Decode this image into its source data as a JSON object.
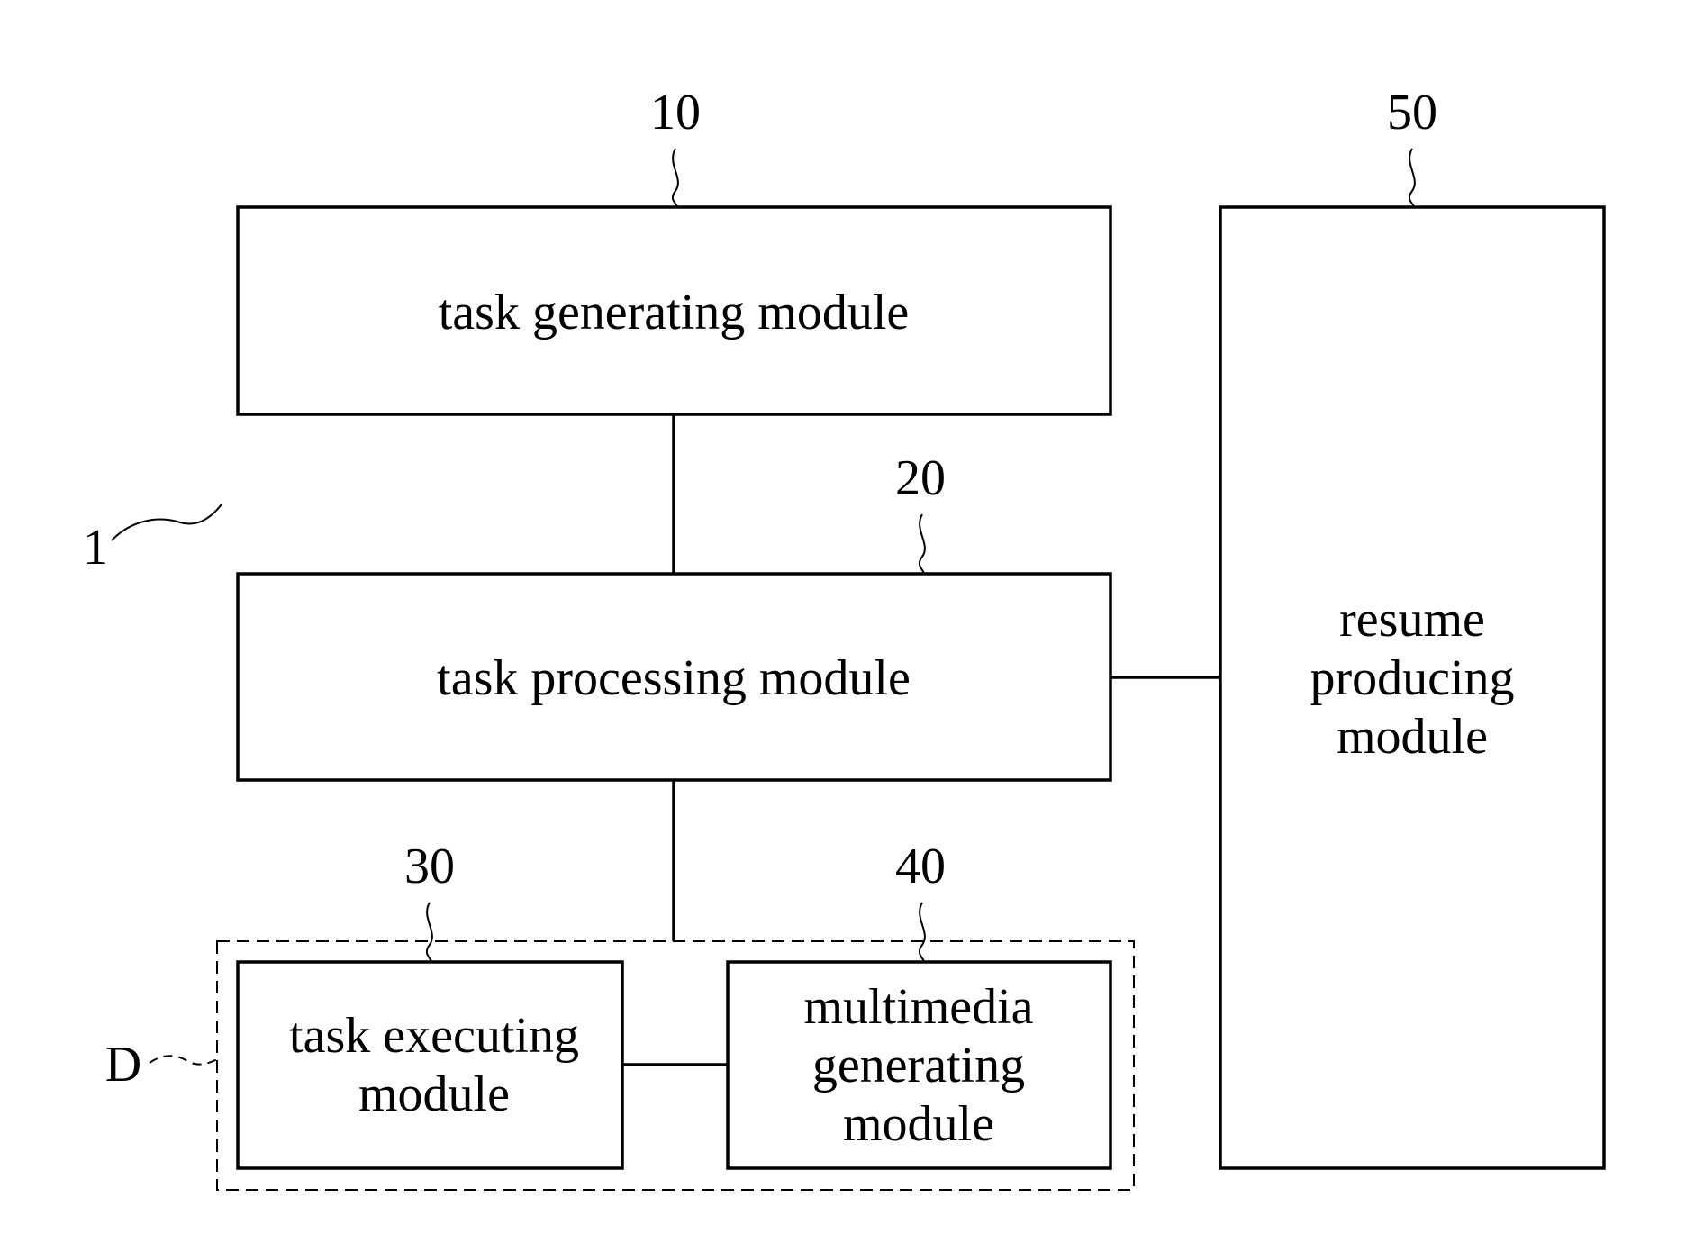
{
  "modules": {
    "task_generating": {
      "ref": "10",
      "label": "task generating module"
    },
    "task_processing": {
      "ref": "20",
      "label": "task processing module"
    },
    "task_executing": {
      "ref": "30",
      "label_line1": "task executing",
      "label_line2": "module"
    },
    "multimedia_generating": {
      "ref": "40",
      "label_line1": "multimedia",
      "label_line2": "generating",
      "label_line3": "module"
    },
    "resume_producing": {
      "ref": "50",
      "label_line1": "resume",
      "label_line2": "producing",
      "label_line3": "module"
    }
  },
  "system": {
    "ref": "1"
  },
  "device_group": {
    "ref": "D"
  }
}
